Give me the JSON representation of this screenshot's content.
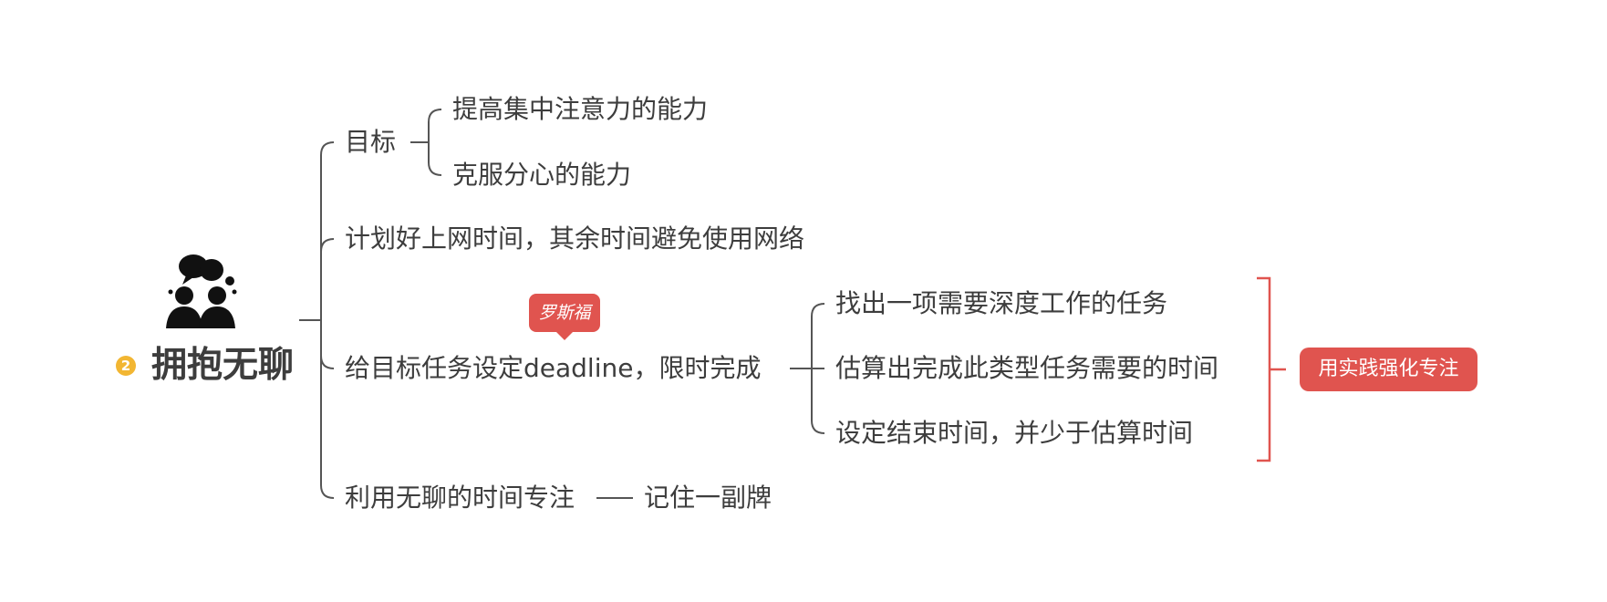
{
  "root": {
    "badge": "2",
    "title": "拥抱无聊",
    "icon": "people-speech-icon"
  },
  "branches": {
    "goal": {
      "label": "目标",
      "children": [
        "提高集中注意力的能力",
        "克服分心的能力"
      ]
    },
    "plan_online": {
      "label": "计划好上网时间，其余时间避免使用网络"
    },
    "deadline": {
      "label": "给目标任务设定deadline，限时完成",
      "callout": "罗斯福",
      "children": [
        "找出一项需要深度工作的任务",
        "估算出完成此类型任务需要的时间",
        "设定结束时间，并少于估算时间"
      ],
      "summary": "用实践强化专注"
    },
    "boredom": {
      "label": "利用无聊的时间专注",
      "child": "记住一副牌"
    }
  },
  "colors": {
    "text": "#3d3d3d",
    "line": "#555555",
    "accent_red": "#e0544f",
    "badge_yellow": "#f2b632"
  }
}
